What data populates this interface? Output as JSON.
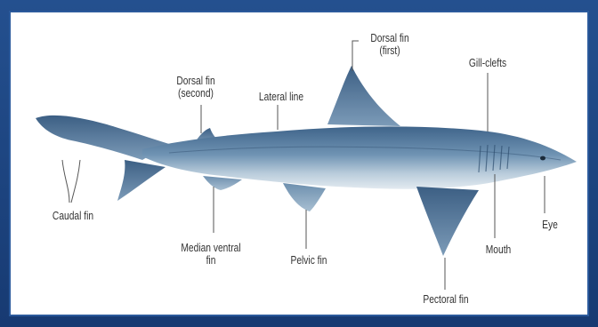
{
  "labels": {
    "dorsal_fin_first": "Dorsal fin\n(first)",
    "gill_clefts": "Gill-clefts",
    "dorsal_fin_second": "Dorsal fin\n(second)",
    "lateral_line": "Lateral line",
    "caudal_fin": "Caudal fin",
    "eye": "Eye",
    "median_ventral_fin": "Median ventral\nfin",
    "pelvic_fin": "Pelvic fin",
    "mouth": "Mouth",
    "pectoral_fin": "Pectoral fin"
  },
  "colors": {
    "frame": "#1c3f78",
    "panel": "#ffffff",
    "shark_back": "#4a6f93",
    "shark_belly": "#dfe7ee",
    "leader_line": "#555555"
  }
}
